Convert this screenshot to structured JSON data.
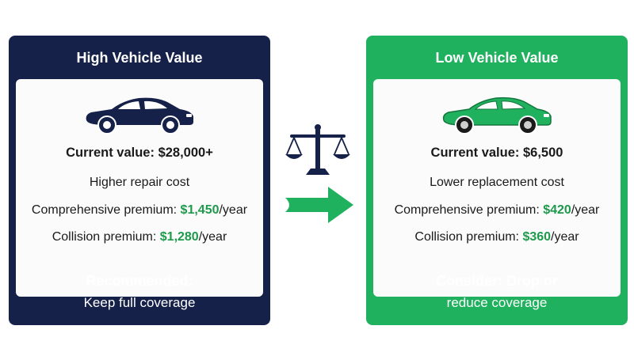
{
  "left_card": {
    "title": "High Vehicle Value",
    "car_icon": "sedan-icon",
    "car_color": "#16214a",
    "current_value": "Current value: $28,000+",
    "description": "Higher repair cost",
    "comprehensive_label": "Comprehensive premium: ",
    "comprehensive_amount": "$1,450",
    "comprehensive_unit": "/year",
    "collision_label": "Collision premium: ",
    "collision_amount": "$1,280",
    "collision_unit": "/year",
    "recommendation_heading": "Recommended:",
    "recommendation_text": "Keep full coverage",
    "color": "#16214a"
  },
  "right_card": {
    "title": "Low Vehicle Value",
    "car_icon": "sedan-icon",
    "car_color": "#1fb15e",
    "current_value": "Current value: $6,500",
    "description": "Lower replacement cost",
    "comprehensive_label": "Comprehensive premium: ",
    "comprehensive_amount": "$420",
    "comprehensive_unit": "/year",
    "collision_label": "Collision premium: ",
    "collision_amount": "$360",
    "collision_unit": "/year",
    "recommendation_heading": "Consider: Drop or",
    "recommendation_text": "reduce coverage",
    "color": "#1fb15e"
  },
  "center": {
    "scale_icon": "balance-scale-icon",
    "arrow_icon": "right-arrow-icon",
    "arrow_color": "#1fb15e"
  },
  "accent_money_color": "#1d9a4b"
}
